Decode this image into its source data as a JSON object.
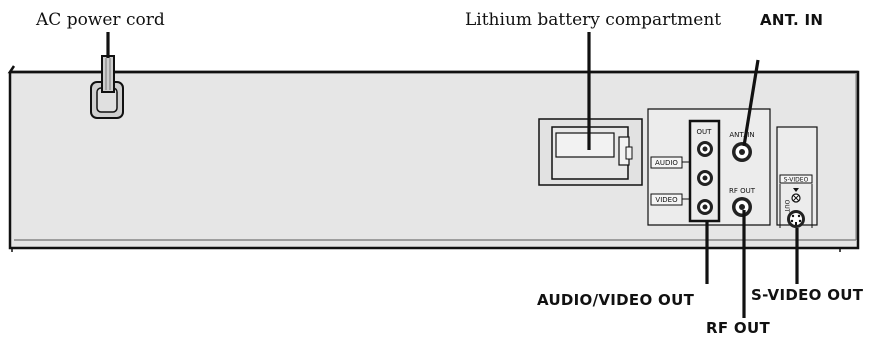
{
  "labels": {
    "ac_power_cord": "AC power cord",
    "lithium_battery": "Lithium battery compartment",
    "ant_in": "ANT. IN",
    "audio_video_out": "AUDIO/VIDEO OUT",
    "rf_out": "RF OUT",
    "s_video_out": "S-VIDEO OUT"
  },
  "panel": {
    "out": "OUT",
    "audio": "AUDIO",
    "video": "VIDEO",
    "ant_in": "ANT. IN",
    "rf_out": "RF OUT",
    "s_video": "S-VIDEO",
    "out_vertical": "OUT"
  }
}
